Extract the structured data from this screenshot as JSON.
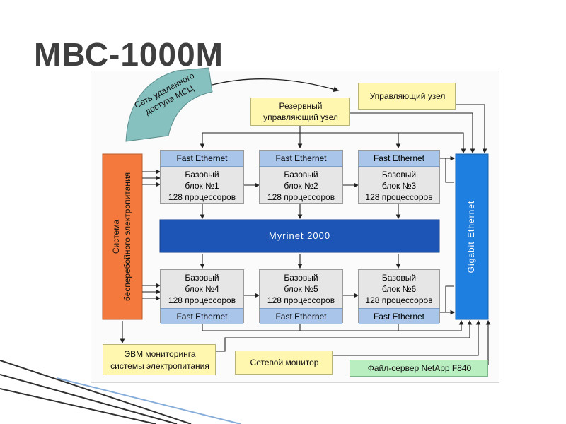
{
  "slide": {
    "title": "МВС-1000М"
  },
  "diagram": {
    "remote_network": "Сеть удаленного доступа МСЦ",
    "reserve_node": [
      "Резервный",
      "управляющий узел"
    ],
    "control_node": "Управляющий узел",
    "power_system": [
      "Система",
      "бесперебойного электропитания"
    ],
    "gigabit": "Gigabit Ethernet",
    "myrinet": "Myrinet 2000",
    "fast_ethernet": "Fast Ethernet",
    "units_top": [
      {
        "l1": "Базовый",
        "l2": "блок №1",
        "l3": "128 процессоров"
      },
      {
        "l1": "Базовый",
        "l2": "блок №2",
        "l3": "128 процессоров"
      },
      {
        "l1": "Базовый",
        "l2": "блок №3",
        "l3": "128 процессоров"
      }
    ],
    "units_bottom": [
      {
        "l1": "Базовый",
        "l2": "блок №4",
        "l3": "128 процессоров"
      },
      {
        "l1": "Базовый",
        "l2": "блок №5",
        "l3": "128 процессоров"
      },
      {
        "l1": "Базовый",
        "l2": "блок №6",
        "l3": "128 процессоров"
      }
    ],
    "power_monitor": [
      "ЭВМ мониторинга",
      "системы электропитания"
    ],
    "net_monitor": "Сетевой монитор",
    "file_server": "Файл-сервер NetApp F840",
    "colors": {
      "unit_header": "#a9c6ea",
      "unit_body": "#e6e6e6",
      "myrinet": "#1c55b5",
      "gigabit": "#1e7fe0",
      "power": "#f37a3c",
      "yellow_box": "#fff7b0",
      "green_box": "#b9efc0",
      "remote_wedge": "#86c0bf"
    }
  }
}
